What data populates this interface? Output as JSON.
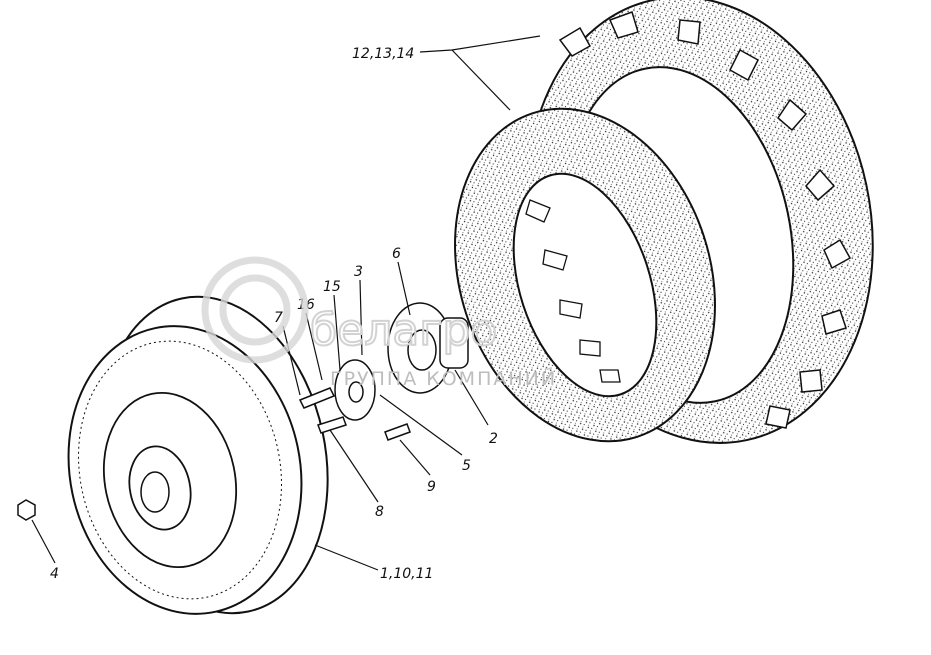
{
  "diagram": {
    "labels": {
      "tire_set": "12,13,14",
      "hub": "6",
      "part3": "3",
      "part15": "15",
      "part16": "16",
      "part7": "7",
      "part2": "2",
      "part5": "5",
      "part9": "9",
      "part8": "8",
      "nut": "4",
      "wheel_set": "1,10,11"
    },
    "watermark": {
      "brand": "белагро",
      "subtitle": "ГРУППА КОМПАНИЙ"
    }
  }
}
